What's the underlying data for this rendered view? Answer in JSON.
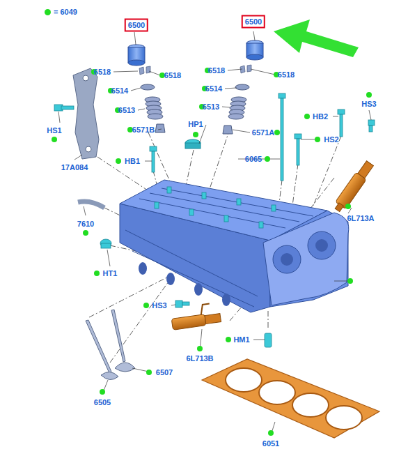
{
  "diagram": {
    "nodes": [
      {
        "text": [
          "6500"
        ]
      },
      {
        "text": [
          "6500"
        ]
      }
    ],
    "labels": [
      "6518",
      "6518",
      "6514",
      "6513",
      "6571B",
      "6518",
      "6518",
      "6514",
      "6513",
      "6571A",
      "HP1",
      "HS1",
      "17A084",
      "HB1",
      "HB2",
      "HS2",
      "HS3",
      "6065",
      "6L713A",
      "7610",
      "HT1",
      "HS3",
      "6L713B",
      "HM1",
      "6507",
      "6505",
      "6051"
    ],
    "legend": [
      {
        "text": "= 6049",
        "color": "#22dd22"
      }
    ]
  }
}
